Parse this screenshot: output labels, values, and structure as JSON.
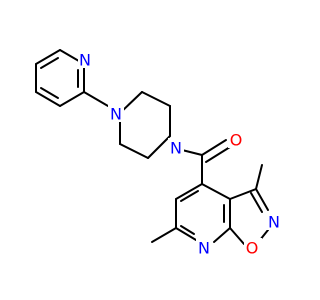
{
  "molecule": {
    "atoms": {
      "pyridine_n": {
        "symbol": "N",
        "color": "#0000ff"
      },
      "piperazine_n1": {
        "symbol": "N",
        "color": "#0000ff"
      },
      "piperazine_n2": {
        "symbol": "N",
        "color": "#0000ff"
      },
      "carbonyl_o": {
        "symbol": "O",
        "color": "#ff0000"
      },
      "isoxazole_n": {
        "symbol": "N",
        "color": "#0000ff"
      },
      "isoxazole_o": {
        "symbol": "O",
        "color": "#ff0000"
      },
      "pyridine_fused_n": {
        "symbol": "N",
        "color": "#0000ff"
      }
    }
  }
}
